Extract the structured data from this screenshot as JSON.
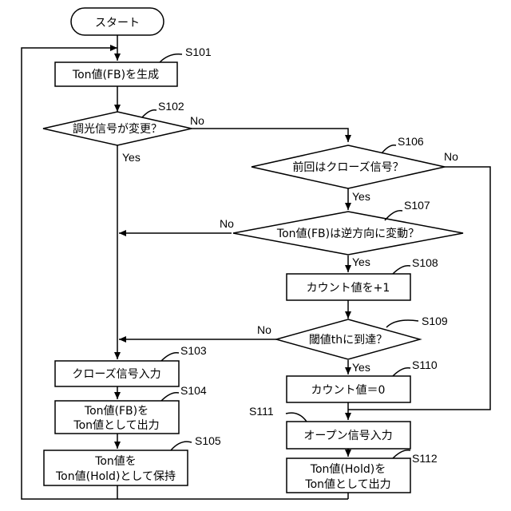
{
  "start": "スタート",
  "steps": {
    "s101": {
      "id": "S101",
      "text": "Ton値(FB)を生成"
    },
    "s102": {
      "id": "S102",
      "text": "調光信号が変更？"
    },
    "s103": {
      "id": "S103",
      "text": "クローズ信号入力"
    },
    "s104": {
      "id": "S104",
      "line1": "Ton値(FB)を",
      "line2": "Ton値として出力"
    },
    "s105": {
      "id": "S105",
      "line1": "Ton値を",
      "line2": "Ton値(Hold)として保持"
    },
    "s106": {
      "id": "S106",
      "text": "前回はクローズ信号？"
    },
    "s107": {
      "id": "S107",
      "text": "Ton値(FB)は逆方向に変動？"
    },
    "s108": {
      "id": "S108",
      "text": "カウント値を+1"
    },
    "s109": {
      "id": "S109",
      "text": "閾値thに到達？"
    },
    "s110": {
      "id": "S110",
      "text": "カウント値＝0"
    },
    "s111": {
      "id": "S111",
      "text": "オープン信号入力"
    },
    "s112": {
      "id": "S112",
      "line1": "Ton値(Hold)を",
      "line2": "Ton値として出力"
    }
  },
  "labels": {
    "yes": "Yes",
    "no": "No"
  }
}
